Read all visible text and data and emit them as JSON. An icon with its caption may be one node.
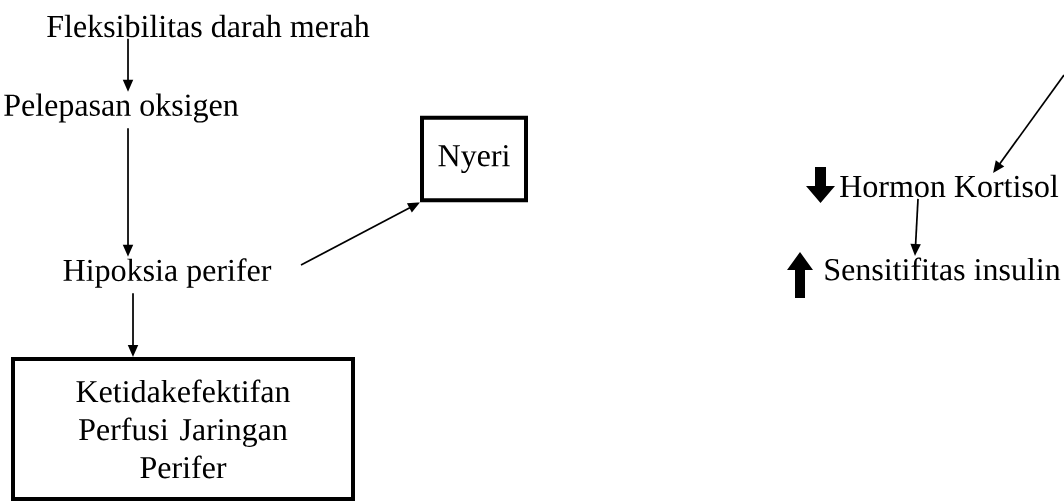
{
  "diagram": {
    "nodes": [
      {
        "text": [
          "Fleksibilitas darah merah"
        ]
      },
      {
        "text": [
          "Pelepasan oksigen"
        ]
      },
      {
        "text": [
          "Hipoksia perifer"
        ]
      },
      {
        "text": [
          "Nyeri"
        ]
      },
      {
        "text": [
          "Ketidakefektifan Perfusi Jaringan Perifer"
        ]
      },
      {
        "text": [
          "Hormon Kortisol"
        ]
      },
      {
        "text": [
          "Sensitifitas insulin"
        ]
      }
    ],
    "edges": [
      {
        "from": 0,
        "to": 1,
        "arrow": "to"
      },
      {
        "from": 1,
        "to": 2,
        "arrow": "to"
      },
      {
        "from": 2,
        "to": 3,
        "arrow": "to"
      },
      {
        "from": 2,
        "to": 4,
        "arrow": "to"
      },
      {
        "from": null,
        "to": 5,
        "arrow": "to"
      },
      {
        "from": 5,
        "to": 6,
        "arrow": "to"
      }
    ]
  }
}
